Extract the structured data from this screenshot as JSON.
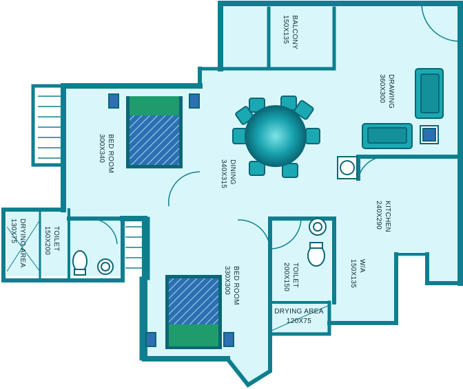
{
  "colors": {
    "floor": "#d9f7fb",
    "wall": "#0d7f8f",
    "wall_dark": "#0b6675",
    "furniture": "#1aa9b3",
    "bed_blue": "#2e6fb3",
    "pillow": "#1e9c6c",
    "text": "#0e2a30"
  },
  "rooms": {
    "balcony": {
      "name": "BALCONY",
      "size": "150X135"
    },
    "drawing": {
      "name": "DRAWING",
      "size": "360X300"
    },
    "bedroom1": {
      "name": "BED ROOM",
      "size": "300X340"
    },
    "dining": {
      "name": "DINING",
      "size": "340X315"
    },
    "kitchen": {
      "name": "KITCHEN",
      "size": "240X290"
    },
    "toilet1": {
      "name": "TOILET",
      "size": "150X200"
    },
    "drying1": {
      "name": "DRYING AREA",
      "size": "130X75"
    },
    "bedroom2": {
      "name": "BED ROOM",
      "size": "330X300"
    },
    "toilet2": {
      "name": "TOILET",
      "size": "200X150"
    },
    "wa": {
      "name": "W/A",
      "size": "150X135"
    },
    "drying2": {
      "name": "DRYING AREA",
      "size": "120X75"
    }
  }
}
